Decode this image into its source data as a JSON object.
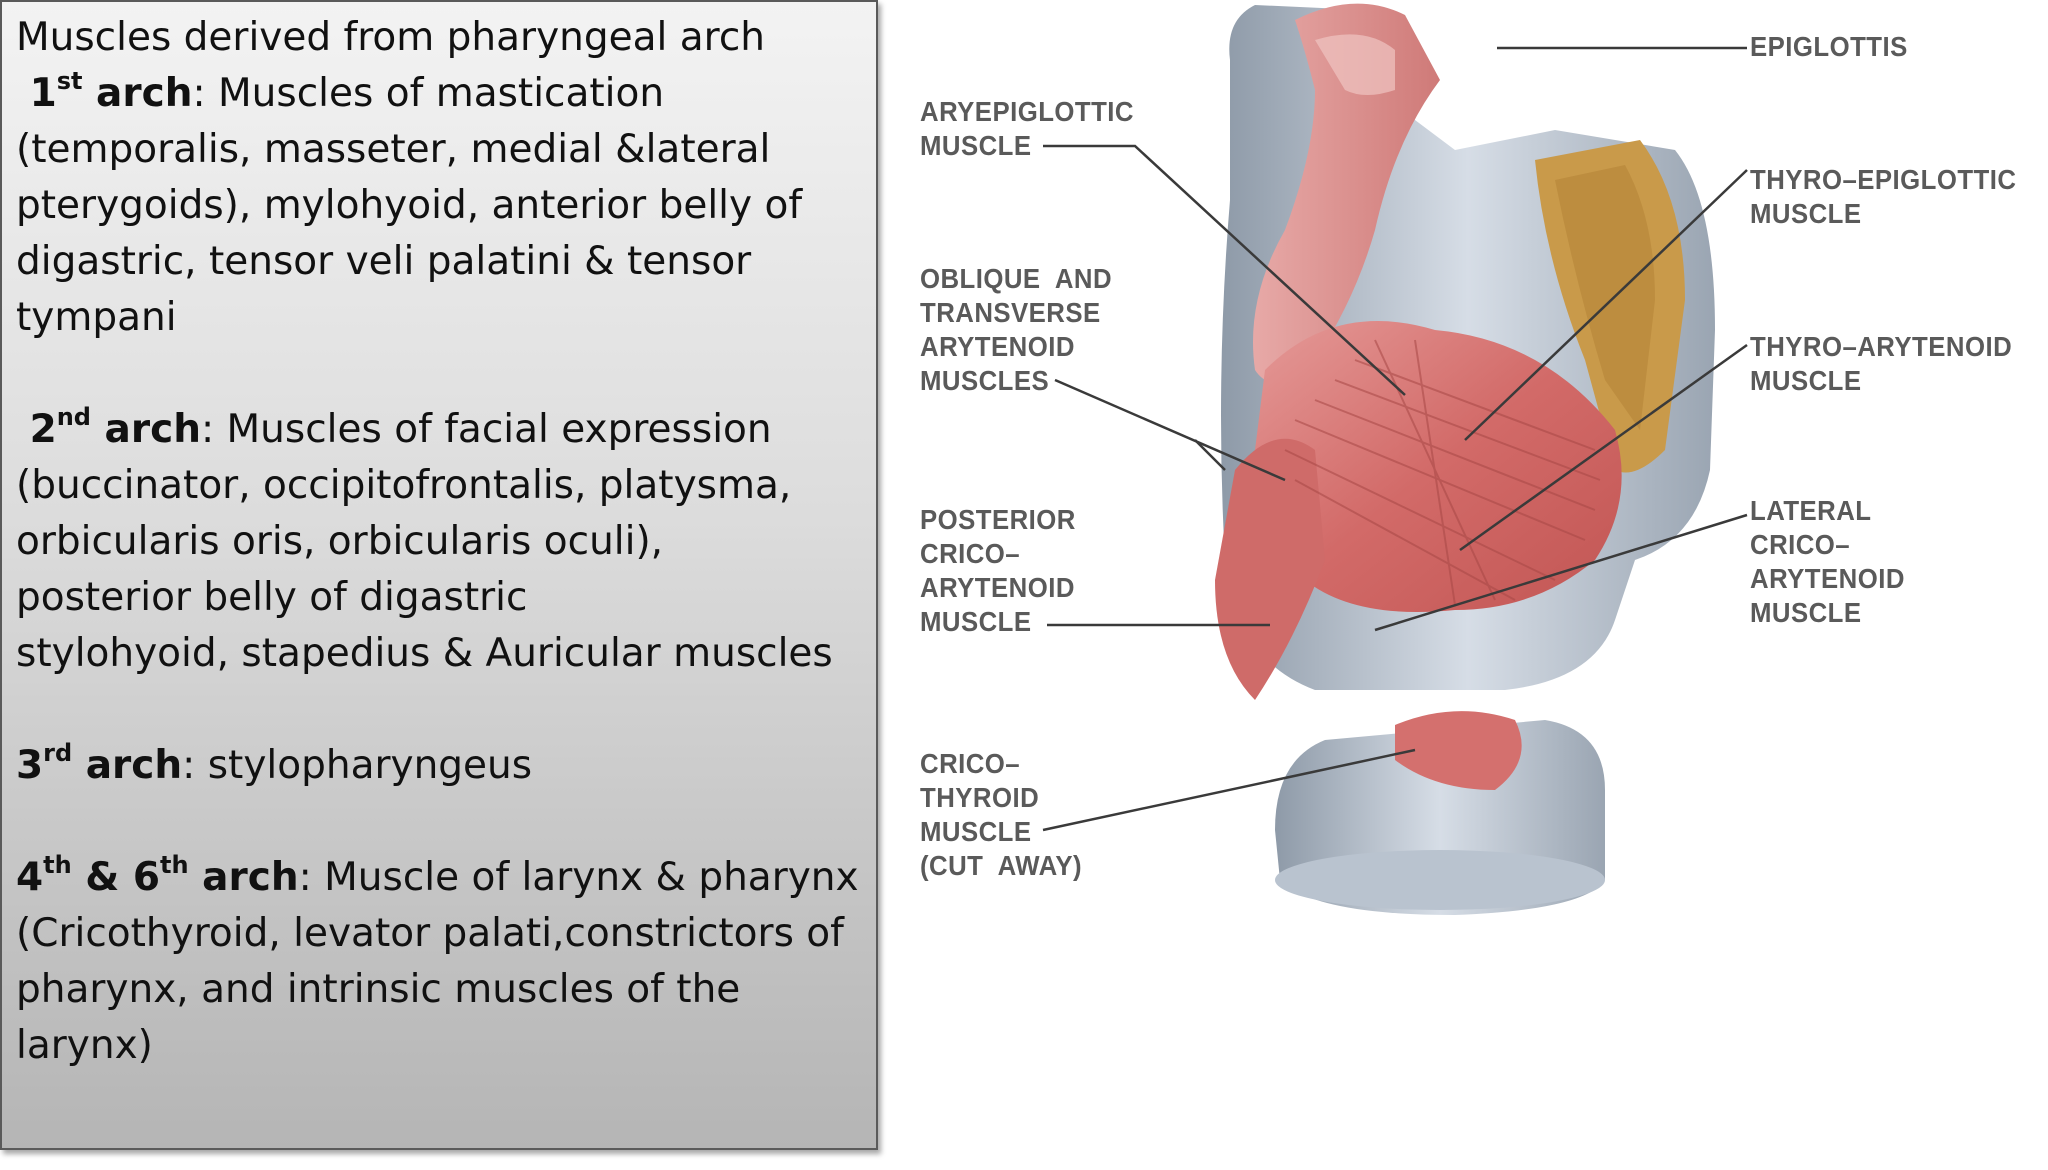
{
  "heading": "Muscles  derived from pharyngeal arch",
  "arch1": {
    "num": "1",
    "sup": "st",
    "word": " arch",
    "text": ": Muscles of mastication",
    "lines": [
      "(temporalis, masseter, medial &lateral",
      "pterygoids), mylohyoid, anterior belly of",
      "digastric, tensor veli palatini & tensor",
      "tympani"
    ]
  },
  "arch2": {
    "num": "2",
    "sup": "nd",
    "word": " arch",
    "text": ": Muscles of facial expression",
    "lines": [
      "(buccinator, occipitofrontalis, platysma,",
      "orbicularis oris, orbicularis oculi),",
      "posterior belly of digastric",
      "stylohyoid, stapedius & Auricular muscles"
    ]
  },
  "arch3": {
    "num": "3",
    "sup": "rd",
    "word": " arch",
    "text": ": stylopharyngeus"
  },
  "arch46": {
    "num1": "4",
    "sup1": "th",
    "amp": " & ",
    "num2": "6",
    "sup2": "th",
    "word": " arch",
    "text": ": Muscle of larynx &  pharynx",
    "lines": [
      "(Cricothyroid, levator palati,constrictors of",
      "pharynx, and intrinsic muscles of the larynx)"
    ]
  },
  "figure_labels": {
    "epiglottis": "EPIGLOTTIS",
    "aryepiglottic": "ARYEPIGLOTTIC\nMUSCLE",
    "thyro_epiglottic": "THYRO–EPIGLOTTIC\nMUSCLE",
    "oblique_transverse": "OBLIQUE  AND\nTRANSVERSE\nARYTENOID\nMUSCLES",
    "thyro_arytenoid": "THYRO–ARYTENOID\nMUSCLE",
    "posterior_crico": "POSTERIOR\nCRICO–\nARYTENOID\nMUSCLE",
    "lateral_crico": "LATERAL\nCRICO–\nARYTENOID\nMUSCLE",
    "cricothyroid": "CRICO–\nTHYROID\nMUSCLE\n(CUT  AWAY)"
  }
}
